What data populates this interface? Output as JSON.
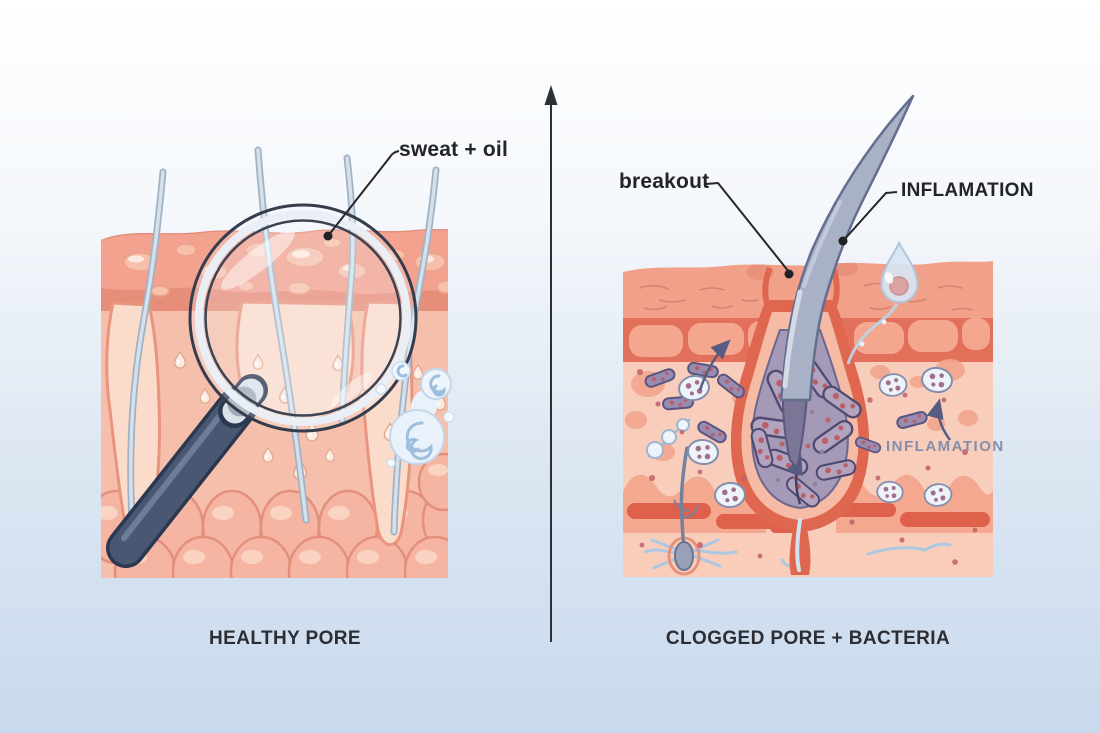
{
  "diagram": {
    "title_visible": false,
    "left": {
      "caption": "HEALTHY PORE",
      "callouts": {
        "sweat_oil": "sweat + oil"
      }
    },
    "right": {
      "caption": "CLOGGED PORE + BACTERIA",
      "callouts": {
        "breakout": "breakout",
        "inflamation": "INFLAMATION",
        "inflamation_inner": "INFLAMATION"
      }
    },
    "divider": {
      "style": "vertical-line-with-up-arrow"
    },
    "colors": {
      "background_top": "#feffff",
      "background_bottom": "#c8d9ee",
      "epidermis": "#f3a28f",
      "epidermis_band": "#e78e7a",
      "dermis": "#f6bfab",
      "pore_pocket": "#fbdccb",
      "fat_cell": "#f6b5a2",
      "hair": "#d6e0ea",
      "hair_large": "#a9b1c6",
      "magnifier_handle": "#4a5773",
      "bubble": "#e9f1fa",
      "pore_wall": "#e0674f",
      "pore_interior": "#a49ab8",
      "bacteria": "#988db1",
      "white_cell": "#eef3f9",
      "capillary": "#df604b",
      "label_text": "#232429",
      "faded_label_text": "#7e8bac"
    }
  }
}
